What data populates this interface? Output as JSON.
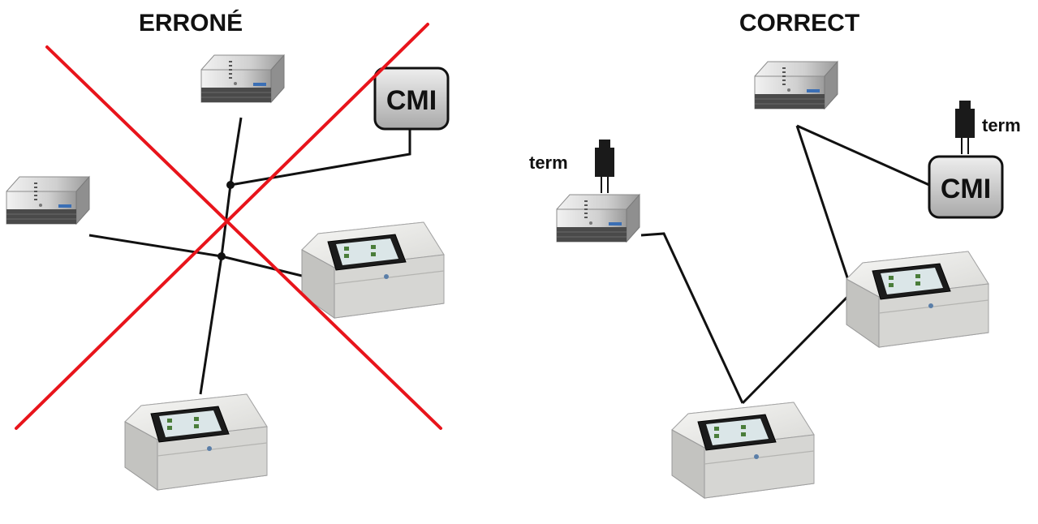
{
  "diagrams": {
    "wrong": {
      "title": "ERRONÉ",
      "cmi_label": "CMI"
    },
    "correct": {
      "title": "CORRECT",
      "cmi_label": "CMI",
      "terminator_left_label": "term",
      "terminator_right_label": "term"
    }
  },
  "colors": {
    "cross_out": "#e8141b",
    "cable": "#111111",
    "device_body": "#e6e6e4",
    "device_screen": "#1c1c1c",
    "cmi_box": "#cfcfcf"
  }
}
